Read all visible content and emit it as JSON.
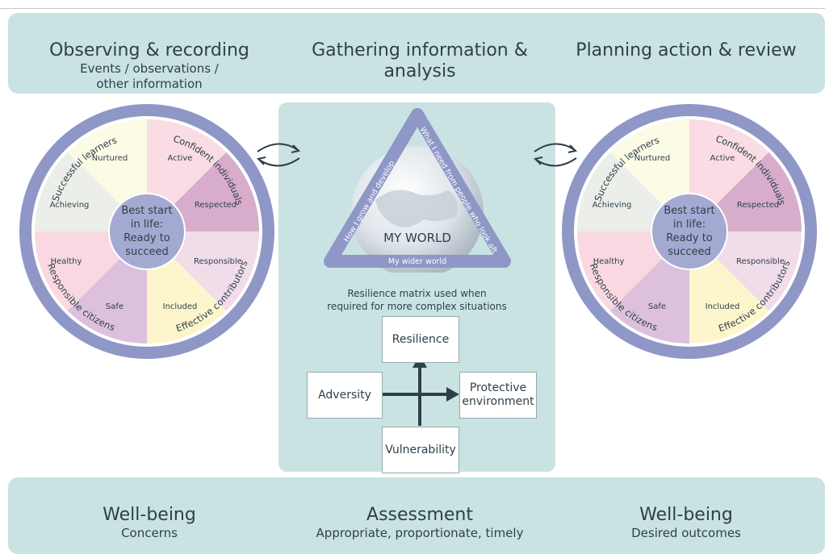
{
  "header": {
    "left": {
      "title": "Observing & recording",
      "subtitle_1": "Events / observations /",
      "subtitle_2": "other information"
    },
    "center": {
      "title_1": "Gathering information &",
      "title_2": "analysis"
    },
    "right": {
      "title": "Planning action & review"
    }
  },
  "wheel": {
    "center_1": "Best start",
    "center_2": "in life:",
    "center_3": "Ready to",
    "center_4": "succeed",
    "segments": [
      "Active",
      "Respected",
      "Responsible",
      "Included",
      "Safe",
      "Healthy",
      "Achieving",
      "Nurtured"
    ],
    "ring_labels": [
      "Successful learners",
      "Confident individuals",
      "Responsible citizens",
      "Effective contributors"
    ]
  },
  "my_world": {
    "title": "MY WORLD",
    "side_left": "How I grow and develop",
    "side_right": "What I need from people who look after me",
    "side_bottom": "My wider world"
  },
  "resilience": {
    "note_1": "Resilience matrix used when",
    "note_2": "required for more complex situations",
    "top": "Resilience",
    "left": "Adversity",
    "right_1": "Protective",
    "right_2": "environment",
    "bottom": "Vulnerability"
  },
  "footer": {
    "left": {
      "title": "Well-being",
      "subtitle": "Concerns"
    },
    "center": {
      "title": "Assessment",
      "subtitle": "Appropriate, proportionate, timely"
    },
    "right": {
      "title": "Well-being",
      "subtitle": "Desired outcomes"
    }
  },
  "colors": {
    "band": "#c9e3e3",
    "ring": "#8f97c6",
    "center_disc": "#a4a9d2",
    "text": "#2f3f4a"
  }
}
